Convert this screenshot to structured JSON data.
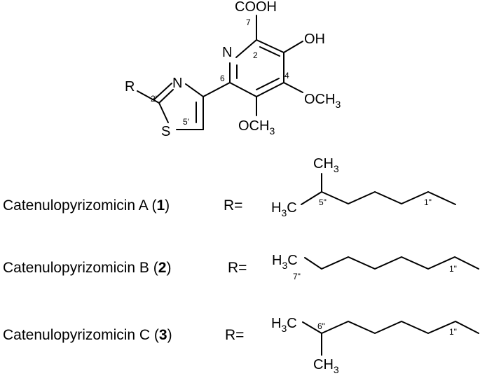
{
  "core": {
    "atoms": {
      "cooh": "COOH",
      "oh": "OH",
      "n_pyridine": "N",
      "n_thiazole": "N",
      "s": "S",
      "r": "R",
      "och3_4": {
        "o": "OCH",
        "sub": "3"
      },
      "och3_5": {
        "o": "OCH",
        "sub": "3"
      }
    },
    "locants": {
      "c7": "7",
      "c2": "2",
      "c6": "6",
      "c4": "4",
      "c2p": "2'",
      "c5p": "5'"
    }
  },
  "compounds": [
    {
      "name": "Catenulopyrizomicin A",
      "number": "1",
      "r_label": "R=",
      "labels": {
        "ch3_top": {
          "t": "CH",
          "sub": "3"
        },
        "h3c": {
          "t": "H",
          "sub": "3",
          "t2": "C"
        },
        "loc_a": "5\"",
        "loc_b": "1\""
      }
    },
    {
      "name": "Catenulopyrizomicin B",
      "number": "2",
      "r_label": "R=",
      "labels": {
        "h3c": {
          "t": "H",
          "sub": "3",
          "t2": "C"
        },
        "loc_a": "7\"",
        "loc_b": "1\""
      }
    },
    {
      "name": "Catenulopyrizomicin C",
      "number": "3",
      "r_label": "R=",
      "labels": {
        "h3c": {
          "t": "H",
          "sub": "3",
          "t2": "C"
        },
        "ch3_bottom": {
          "t": "CH",
          "sub": "3"
        },
        "loc_a": "6\"",
        "loc_b": "1\""
      }
    }
  ]
}
